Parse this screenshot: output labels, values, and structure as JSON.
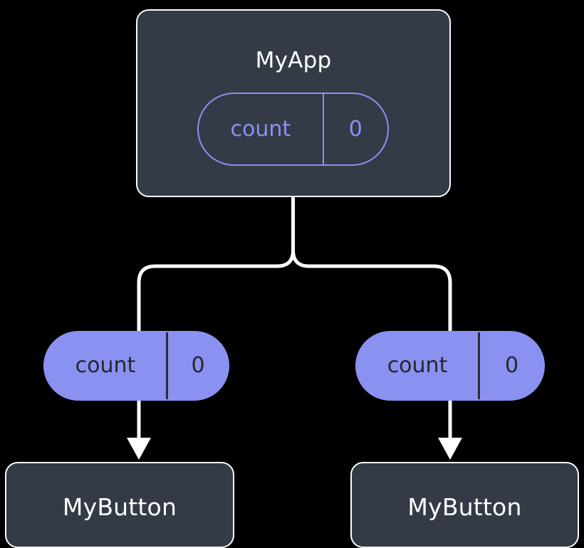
{
  "diagram": {
    "title": "MyApp component state propagation tree",
    "background_color": "#000000",
    "colors": {
      "node_fill": "#343b47",
      "node_border": "#fbfbfd",
      "accent_purple": "#8b91f0",
      "edge_stroke": "#ffffff",
      "node_text": "#ffffff",
      "pill_text_on_fill": "#26272e"
    }
  },
  "nodes": {
    "root": {
      "label": "MyApp",
      "state": {
        "key": "count",
        "value": "0"
      }
    },
    "left_branch": {
      "prop": {
        "key": "count",
        "value": "0"
      },
      "child": {
        "label": "MyButton"
      }
    },
    "right_branch": {
      "prop": {
        "key": "count",
        "value": "0"
      },
      "child": {
        "label": "MyButton"
      }
    }
  }
}
